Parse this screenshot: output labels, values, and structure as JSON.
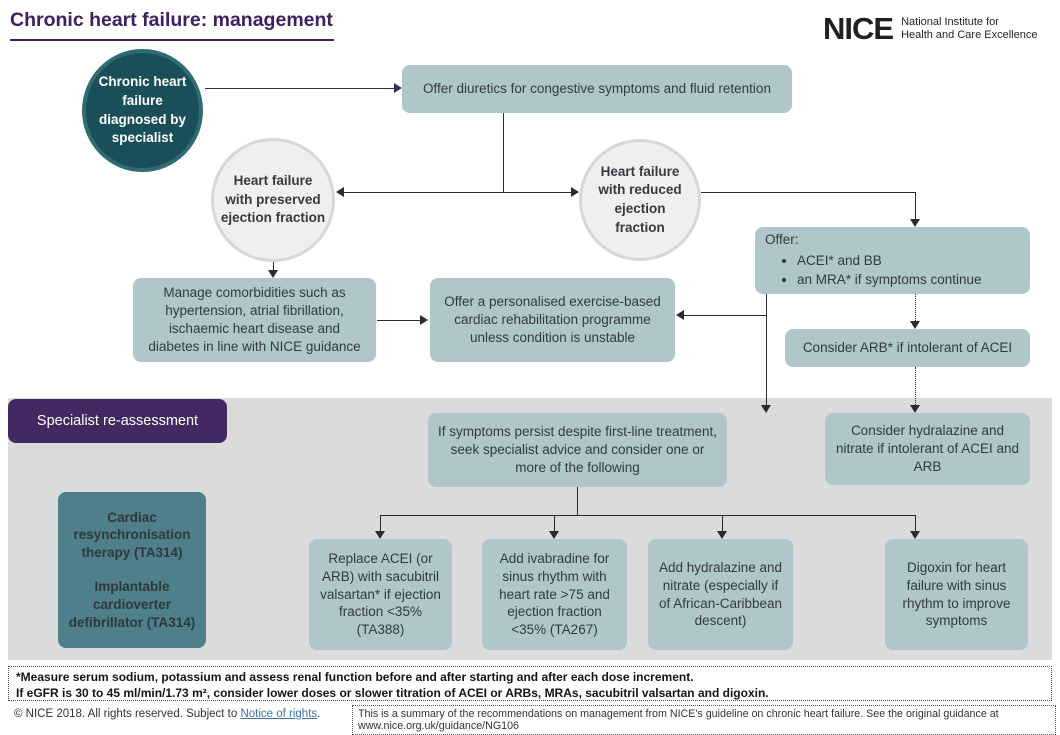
{
  "page": {
    "title": "Chronic heart failure: management"
  },
  "logo": {
    "wordmark": "NICE",
    "tagline_line1": "National Institute for",
    "tagline_line2": "Health and Care Excellence"
  },
  "flowchart": {
    "start_circle": "Chronic heart failure diagnosed by specialist",
    "diuretics_box": "Offer diuretics for congestive symptoms and fluid retention",
    "preserved_circle": "Heart failure with preserved ejection fraction",
    "reduced_circle": "Heart failure with reduced ejection fraction",
    "offer_box": {
      "heading": "Offer:",
      "bullets": [
        "ACEI* and BB",
        "an MRA* if symptoms continue"
      ]
    },
    "consider_arb_box": "Consider ARB* if intolerant of ACEI",
    "comorbidities_box": "Manage comorbidities such as hypertension, atrial fibrillation, ischaemic heart disease and diabetes in line with NICE guidance",
    "rehab_box": "Offer a personalised exercise-based cardiac rehabilitation programme unless condition is unstable"
  },
  "specialist_section": {
    "header": "Specialist re-assessment",
    "devices_box": {
      "line1": "Cardiac resynchronisation therapy (TA314)",
      "line2": "Implantable cardioverter defibrillator (TA314)"
    },
    "persist_box": "If symptoms persist despite first-line treatment, seek specialist advice and consider one or more of the following",
    "hydralazine_nitrate_box": "Consider hydralazine and nitrate if intolerant of ACEI and ARB",
    "options": [
      "Replace ACEI (or ARB) with sacubitril valsartan* if ejection fraction <35% (TA388)",
      "Add ivabradine for sinus rhythm with heart rate >75 and ejection fraction <35% (TA267)",
      "Add hydralazine and nitrate (especially if of African-Caribbean descent)",
      "Digoxin for heart failure with sinus rhythm to improve symptoms"
    ]
  },
  "footnote": {
    "line1": "*Measure serum sodium, potassium and assess renal function before and after starting and after each dose increment.",
    "line2": "If eGFR is 30 to 45 ml/min/1.73 m², consider lower doses or slower titration of ACEI or ARBs, MRAs, sacubitril valsartan and digoxin."
  },
  "footer": {
    "copyright_prefix": "© NICE 2018. All rights reserved. Subject to ",
    "notice_link": "Notice of rights",
    "copyright_suffix": ".",
    "summary": "This is a summary of the recommendations on management from NICE's guideline on chronic heart failure. See the original guidance at www.nice.org.uk/guidance/NG106"
  },
  "colors": {
    "purple": "#3d2160",
    "purple_header": "#432961",
    "purple_arrow": "#3f2a54",
    "teal_dark": "#1a4f59",
    "teal_mid": "#4e7f8b",
    "box_blue": "#afc6cb",
    "section_gray": "#dbdbdb",
    "line": "#2b2b2b",
    "link_blue": "#3f74a3"
  }
}
